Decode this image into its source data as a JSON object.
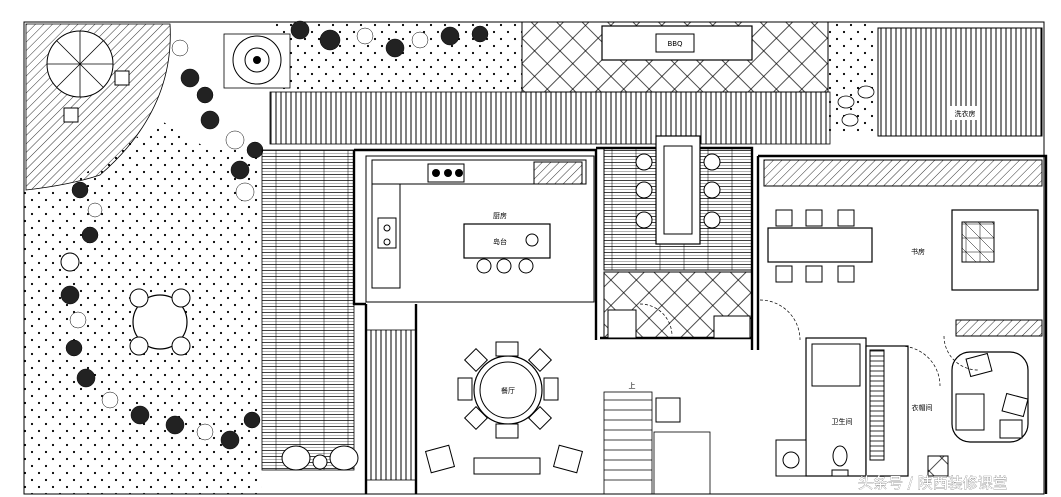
{
  "labels": {
    "bbq": "BBQ",
    "kitchen": "厨房",
    "island": "岛台",
    "living_room": "餐厅",
    "study": "书房",
    "bathroom": "卫生间",
    "utility": "洗衣房",
    "cloakroom": "衣帽间",
    "stair_up": "上"
  },
  "watermark": "头条号 / 陕西装修课堂"
}
